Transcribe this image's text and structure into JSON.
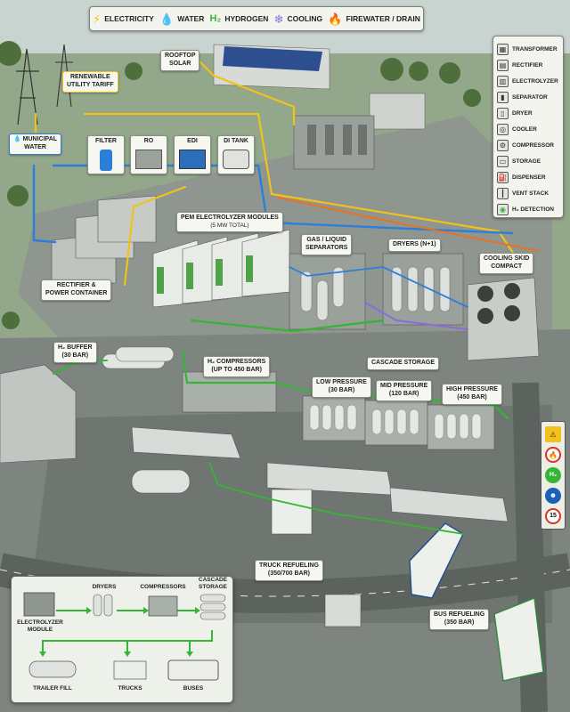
{
  "legend": {
    "electricity": "ELECTRICITY",
    "water": "WATER",
    "hydrogen": "HYDROGEN",
    "cooling": "COOLING",
    "firewater": "FIREWATER / DRAIN"
  },
  "equipment": [
    "TRANSFORMER",
    "RECTIFIER",
    "ELECTROLYZER",
    "SEPARATOR",
    "DRYER",
    "COOLER",
    "COMPRESSOR",
    "STORAGE",
    "DISPENSER",
    "VENT STACK",
    "H₂ DETECTION"
  ],
  "labels": {
    "rooftop_solar": [
      "ROOFTOP",
      "SOLAR"
    ],
    "renewable_tariff": [
      "RENEWABLE",
      "UTILITY TARIFF"
    ],
    "municipal_water": [
      "MUNICIPAL",
      "WATER"
    ],
    "filter": "FILTER",
    "ro": "RO",
    "edi": "EDI",
    "di_tank": "DI TANK",
    "pem": [
      "PEM ELECTROLYZER MODULES",
      "(5 MW TOTAL)"
    ],
    "separators": [
      "GAS / LIQUID",
      "SEPARATORS"
    ],
    "dryers": "DRYERS (N+1)",
    "cooling_skid": [
      "COOLING SKID",
      "COMPACT"
    ],
    "rectifier": [
      "RECTIFIER &",
      "POWER CONTAINER"
    ],
    "h2_buffer": [
      "H₂ BUFFER",
      "(30 BAR)"
    ],
    "h2_compressors": [
      "H₂ COMPRESSORS",
      "(UP TO 450 BAR)"
    ],
    "cascade": "CASCADE STORAGE",
    "low_pressure": [
      "LOW PRESSURE",
      "(30 BAR)"
    ],
    "mid_pressure": [
      "MID PRESSURE",
      "(120 BAR)"
    ],
    "high_pressure": [
      "HIGH PRESSURE",
      "(450 BAR)"
    ],
    "truck_refueling": [
      "TRUCK REFUELING",
      "(350/700 BAR)"
    ],
    "bus_refueling": [
      "BUS REFUELING",
      "(350 BAR)"
    ]
  },
  "flow": {
    "electrolyzer": [
      "ELECTROLYZER",
      "MODULE"
    ],
    "dryers": "DRYERS",
    "compressors": "COMPRESSORS",
    "cascade": [
      "CASCADE",
      "STORAGE"
    ],
    "trailer": "TRAILER FILL",
    "trucks": "TRUCKS",
    "buses": "BUSES"
  },
  "sign": {
    "speed": "15"
  },
  "colors": {
    "electricity": "#f2c21b",
    "water": "#2c7fd8",
    "hydrogen": "#35b533",
    "cooling": "#8a6be0",
    "firewater": "#e8731f"
  }
}
